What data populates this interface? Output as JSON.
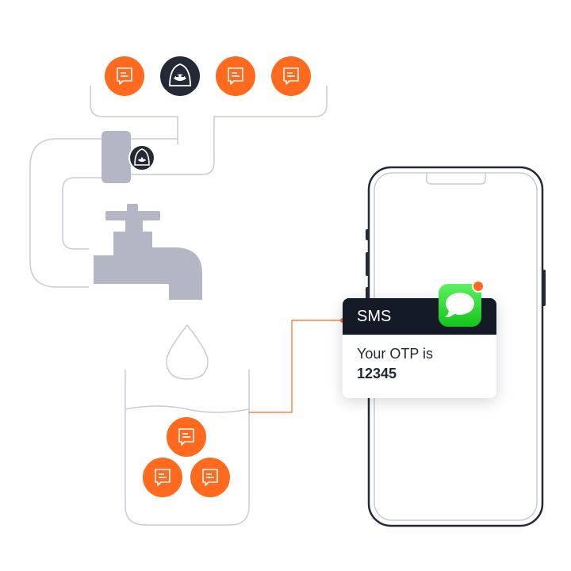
{
  "sms": {
    "title": "SMS",
    "line1": "Your OTP is",
    "code": "12345"
  },
  "colors": {
    "accent": "#ff6a1f",
    "dark": "#232a36",
    "outline": "#c9cbd6",
    "faucet": "#b3b6c4",
    "sms_header": "#141b26",
    "messages_green": "#21cc28"
  },
  "icons": {
    "message": "chat-bubble-icon",
    "hacker": "hooded-hacker-icon",
    "app": "messages-app-icon"
  }
}
